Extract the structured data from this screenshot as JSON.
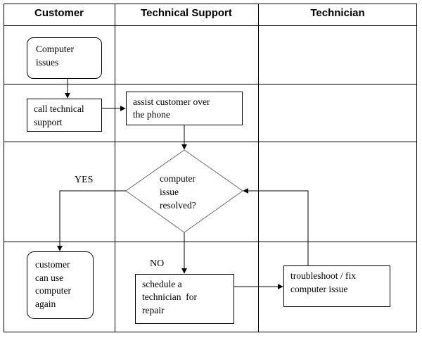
{
  "lanes": [
    {
      "id": "customer",
      "title": "Customer"
    },
    {
      "id": "support",
      "title": "Technical Support"
    },
    {
      "id": "technician",
      "title": "Technician"
    }
  ],
  "nodes": {
    "computer_issues": {
      "lines": [
        "Computer",
        "issues"
      ],
      "lane": "customer",
      "shape": "rounded-rectangle"
    },
    "call_support": {
      "lines": [
        "call technical",
        "support"
      ],
      "lane": "customer",
      "shape": "rectangle"
    },
    "assist_customer": {
      "lines": [
        "assist customer over",
        "the phone"
      ],
      "lane": "support",
      "shape": "rectangle"
    },
    "resolved_decision": {
      "lines": [
        "computer",
        "issue",
        "resolved?"
      ],
      "lane": "support",
      "shape": "diamond"
    },
    "customer_can_use": {
      "lines": [
        "customer",
        "can use",
        "computer",
        "again"
      ],
      "lane": "customer",
      "shape": "rounded-rectangle"
    },
    "schedule_technician": {
      "lines": [
        "schedule a",
        "technician  for",
        "repair"
      ],
      "lane": "support",
      "shape": "rectangle"
    },
    "troubleshoot": {
      "lines": [
        "troubleshoot / fix",
        "computer issue"
      ],
      "lane": "technician",
      "shape": "rectangle"
    }
  },
  "edges": [
    {
      "from": "computer_issues",
      "to": "call_support",
      "label": ""
    },
    {
      "from": "call_support",
      "to": "assist_customer",
      "label": ""
    },
    {
      "from": "assist_customer",
      "to": "resolved_decision",
      "label": ""
    },
    {
      "from": "resolved_decision",
      "to": "customer_can_use",
      "label": "YES"
    },
    {
      "from": "resolved_decision",
      "to": "schedule_technician",
      "label": "NO"
    },
    {
      "from": "schedule_technician",
      "to": "troubleshoot",
      "label": ""
    },
    {
      "from": "troubleshoot",
      "to": "resolved_decision",
      "label": ""
    }
  ]
}
